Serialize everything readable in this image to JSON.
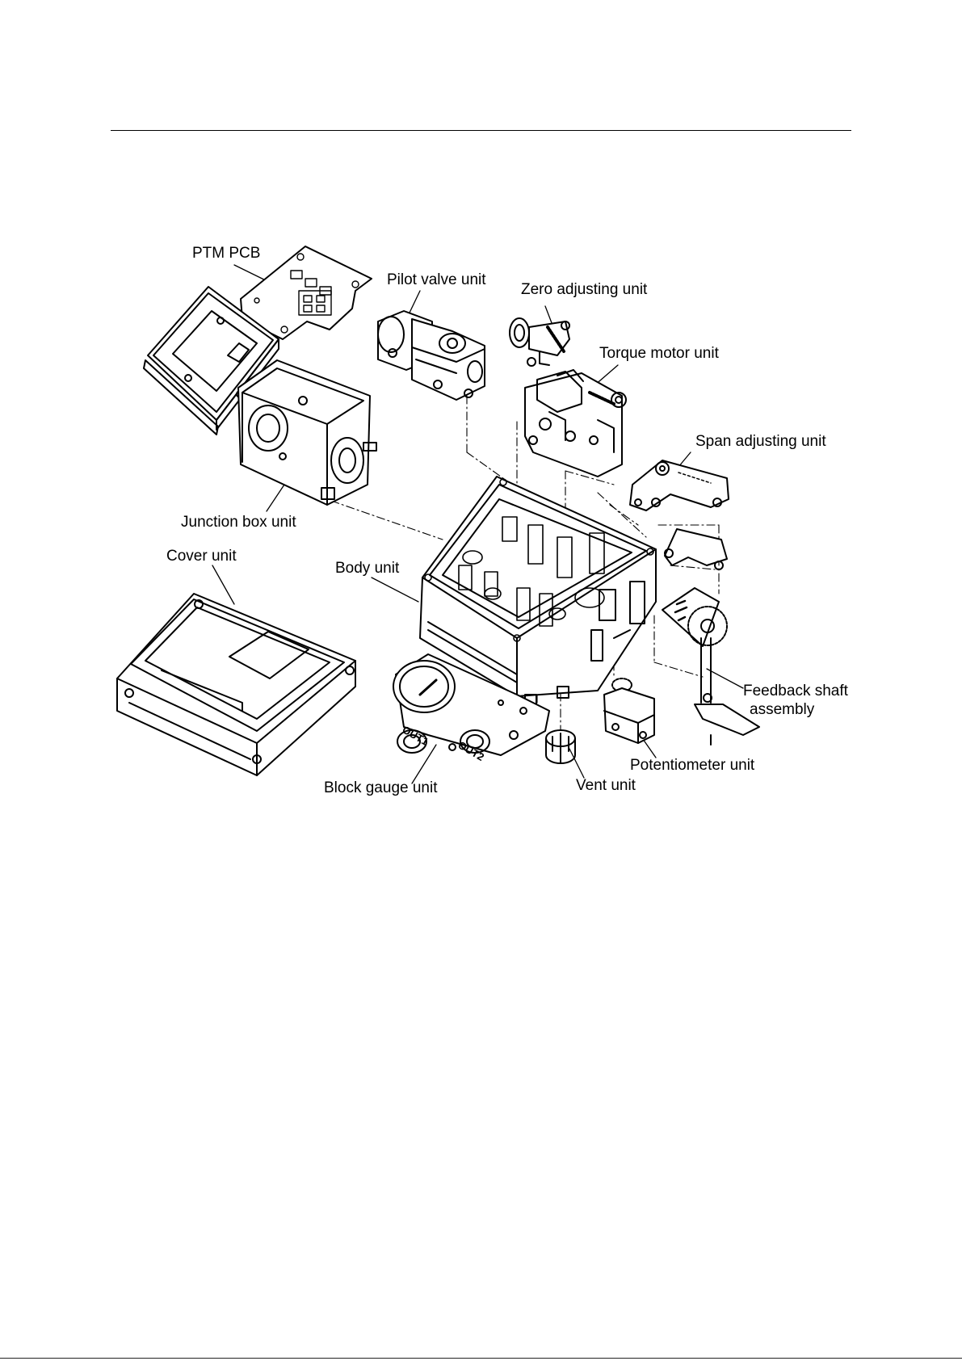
{
  "labels": {
    "ptm_pcb": "PTM PCB",
    "pilot_valve": "Pilot valve unit",
    "zero_adjusting": "Zero adjusting unit",
    "torque_motor": "Torque motor unit",
    "span_adjusting": "Span adjusting unit",
    "junction_box": "Junction box unit",
    "cover": "Cover unit",
    "body": "Body unit",
    "feedback_shaft_1": "Feedback shaft",
    "feedback_shaft_2": "assembly",
    "potentiometer": "Potentiometer unit",
    "block_gauge": "Block gauge unit",
    "vent": "Vent unit"
  },
  "markings": {
    "out1": "OUT1",
    "out2": "OUT2"
  }
}
